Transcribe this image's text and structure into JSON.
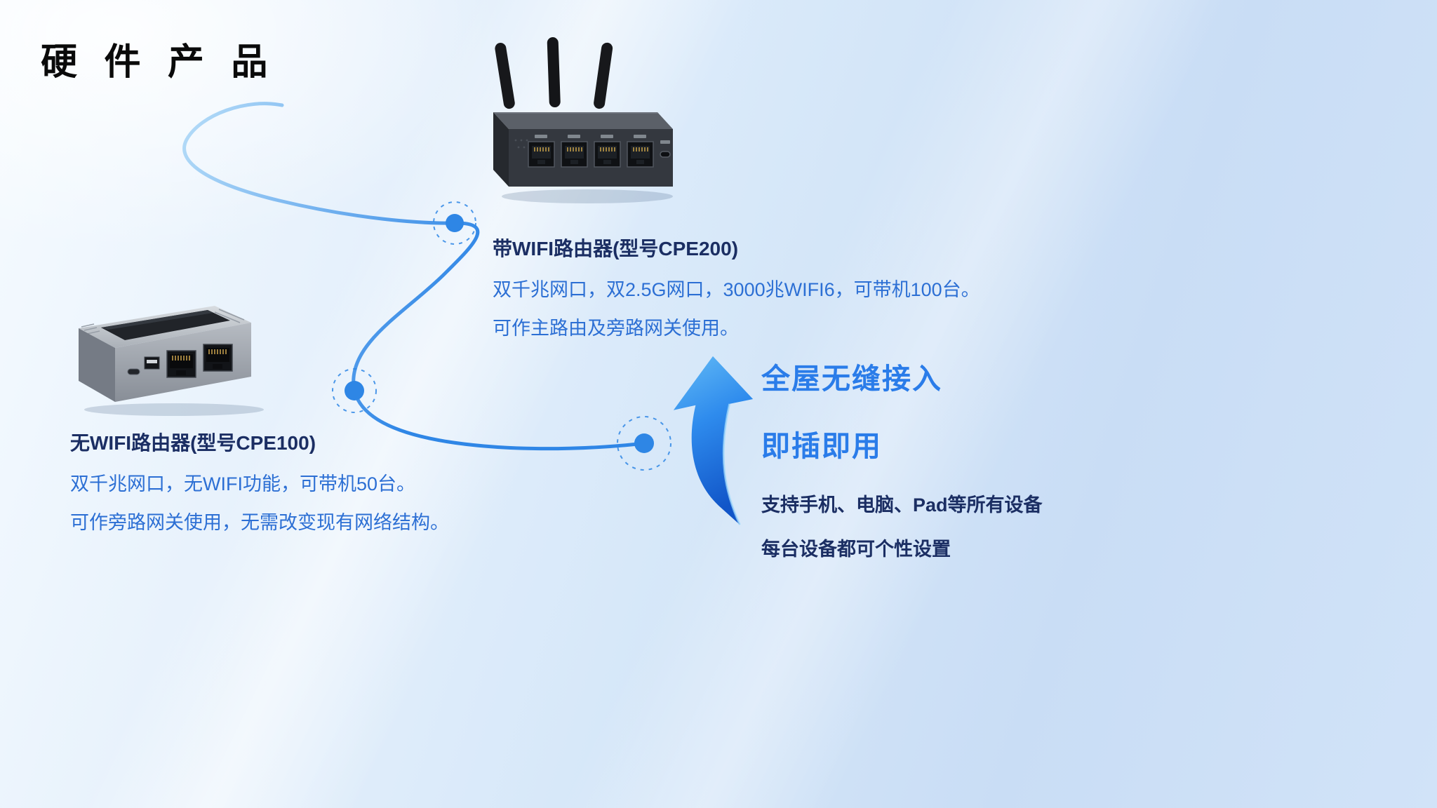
{
  "page": {
    "title": "硬 件 产 品"
  },
  "products": {
    "cpe200": {
      "name": "带WIFI路由器(型号CPE200)",
      "spec": "双千兆网口，双2.5G网口，3000兆WIFI6，可带机100台。",
      "usage": "可作主路由及旁路网关使用。"
    },
    "cpe100": {
      "name": "无WIFI路由器(型号CPE100)",
      "spec": "双千兆网口，无WIFI功能，可带机50台。",
      "usage": "可作旁路网关使用，无需改变现有网络结构。"
    }
  },
  "features": {
    "headline1": "全屋无缝接入",
    "headline2": "即插即用",
    "detail1": "支持手机、电脑、Pad等所有设备",
    "detail2": "每台设备都可个性设置"
  },
  "colors": {
    "accent_blue": "#2e86e5",
    "headline_blue": "#2a7ce9",
    "navy": "#1b2e63",
    "body_blue": "#2c6fd4",
    "title_black": "#0a0a0a"
  }
}
